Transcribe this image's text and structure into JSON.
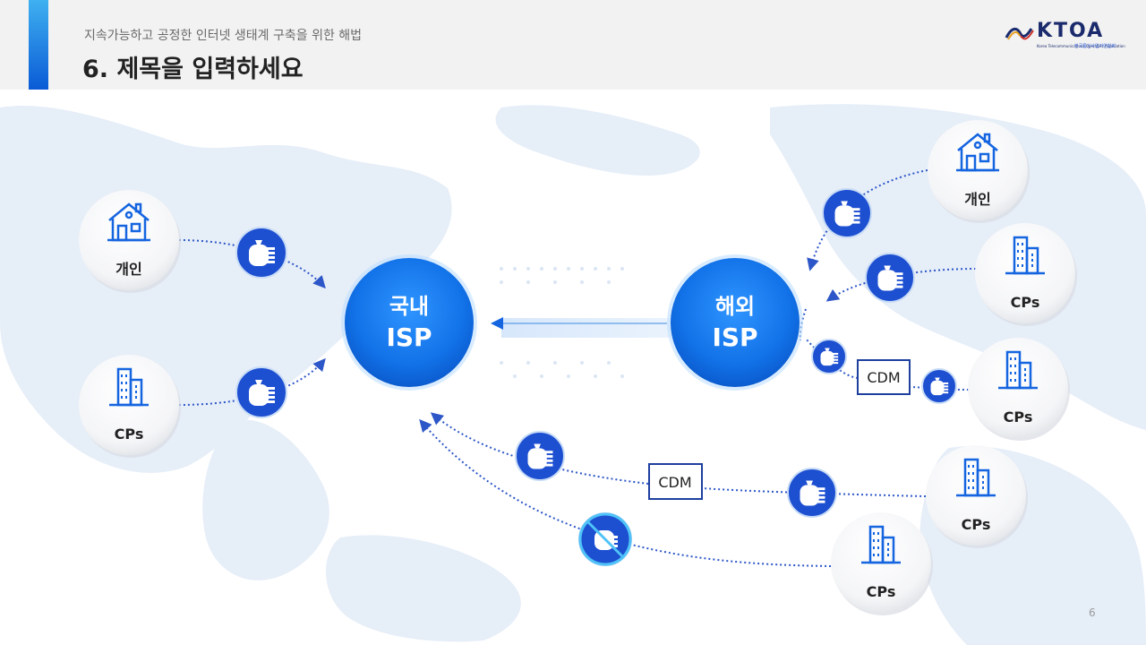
{
  "header": {
    "subtitle": "지속가능하고 공정한 인터넷 생태계 구축을 위한 해법",
    "title": "6. 제목을 입력하세요"
  },
  "logo": {
    "text": "KTOA",
    "small_text": "Korea Telecommunications Operators Association",
    "korean_text": "한국통신사업자연합회"
  },
  "diagram": {
    "domestic_isp": {
      "line1": "국내",
      "line2": "ISP"
    },
    "foreign_isp": {
      "line1": "해외",
      "line2": "ISP"
    },
    "left_nodes": [
      {
        "label": "개인",
        "icon": "house-icon"
      },
      {
        "label": "CPs",
        "icon": "building-icon"
      }
    ],
    "right_nodes": [
      {
        "label": "개인",
        "icon": "house-icon"
      },
      {
        "label": "CPs",
        "icon": "building-icon"
      },
      {
        "label": "CPs",
        "icon": "building-icon"
      },
      {
        "label": "CPs",
        "icon": "building-icon"
      },
      {
        "label": "CPs",
        "icon": "building-icon"
      }
    ],
    "cdm_labels": [
      "CDM",
      "CDM"
    ]
  },
  "colors": {
    "accent_blue": "#1565e0",
    "coin_badge": "#1d4fd1",
    "isp_circle": "#1a7ff0",
    "dotted_line": "#2d57c8"
  },
  "page_number": "6"
}
